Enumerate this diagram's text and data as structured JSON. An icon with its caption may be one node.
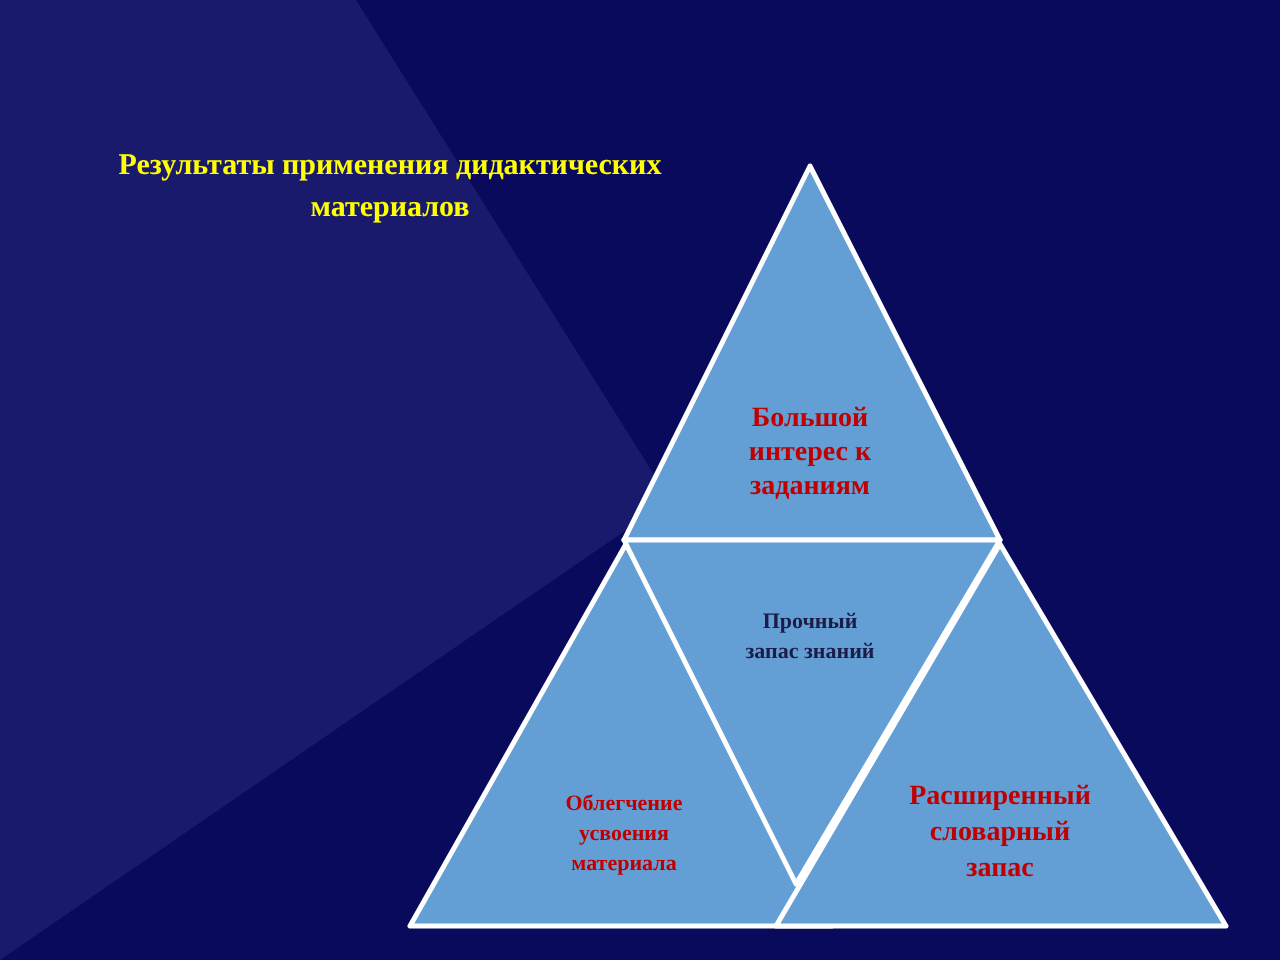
{
  "diagram": {
    "title": "Результаты применения дидактических материалов",
    "nodes": [
      {
        "text": [
          "Большой интерес к заданиям"
        ]
      },
      {
        "text": [
          "Прочный запас знаний"
        ]
      },
      {
        "text": [
          "Облегчение усвоения материала"
        ]
      },
      {
        "text": [
          "Расширенный словарный запас"
        ]
      }
    ]
  }
}
